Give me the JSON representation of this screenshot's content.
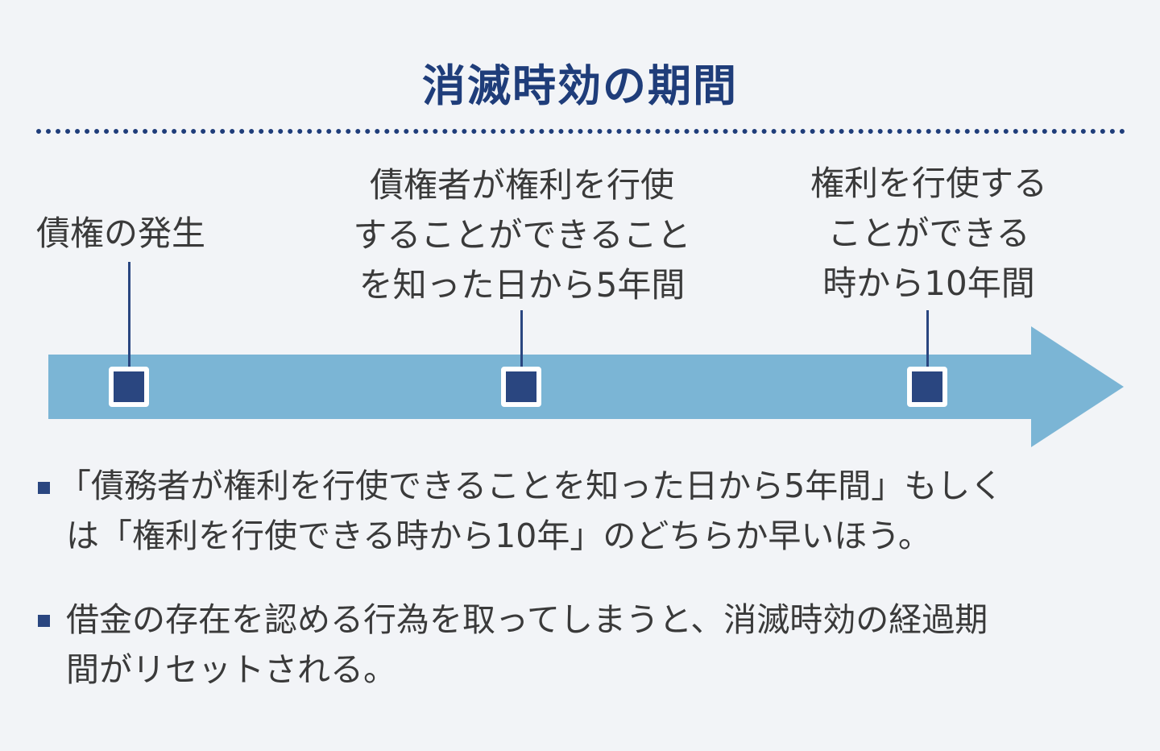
{
  "title": "消滅時効の期間",
  "timeline": {
    "points": [
      {
        "lines": [
          "債権の発生"
        ]
      },
      {
        "lines": [
          "債権者が権利を行使",
          "することができること",
          "を知った日から5年間"
        ]
      },
      {
        "lines": [
          "権利を行使する",
          "ことができる",
          "時から10年間"
        ]
      }
    ]
  },
  "notes": [
    {
      "lines": [
        "「債務者が権利を行使できることを知った日から5年間」もしく",
        "は「権利を行使できる時から10年」のどちらか早いほう。"
      ]
    },
    {
      "lines": [
        "借金の存在を認める行為を取ってしまうと、消滅時効の経過期",
        "間がリセットされる。"
      ]
    }
  ],
  "colors": {
    "title": "#1f3d7a",
    "arrow": "#7bb5d5",
    "marker": "#2a4680",
    "background": "#f2f4f7"
  }
}
